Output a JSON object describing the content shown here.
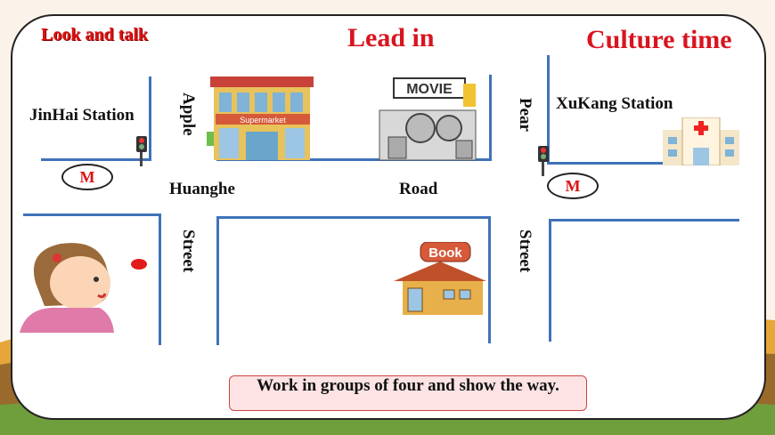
{
  "titles": {
    "look_and_talk": "Look and talk",
    "lead_in": "Lead in",
    "culture_time": "Culture time"
  },
  "map": {
    "jinhai_station": "JinHai Station",
    "xukang_station": "XuKang Station",
    "apple": "Apple",
    "pear": "Pear",
    "huanghe": "Huanghe",
    "road": "Road",
    "street_left": "Street",
    "street_right": "Street",
    "metro_left": "M",
    "metro_right": "M",
    "supermarket_sign": "Supermarket",
    "movie_sign": "MOVIE",
    "book_sign": "Book"
  },
  "task": {
    "text": "Work in groups of four and show the way."
  },
  "colors": {
    "title_red": "#d8141e",
    "road_blue": "#3f72b9"
  }
}
